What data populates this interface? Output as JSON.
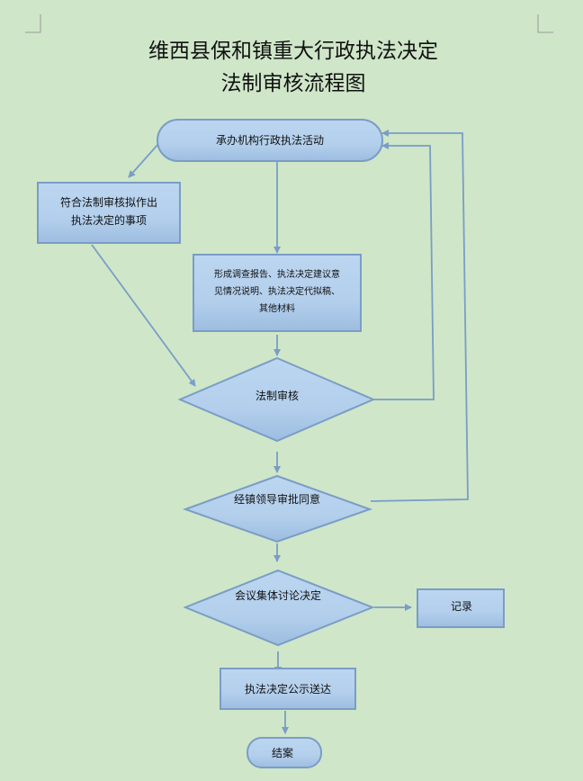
{
  "title": {
    "line1": "维西县保和镇重大行政执法决定",
    "line2": "法制审核流程图"
  },
  "nodes": {
    "start": "承办机构行政执法活动",
    "eligible": {
      "line1": "符合法制审核拟作出",
      "line2": "执法决定的事项"
    },
    "materials": {
      "line1": "形成调查报告、执法决定建议意",
      "line2": "见情况说明、执法决定代拟稿、",
      "line3": "其他材料"
    },
    "legal_review": "法制审核",
    "leader_approval": "经镇领导审批同意",
    "collective_decision": "会议集体讨论决定",
    "record": "记录",
    "publish": "执法决定公示送达",
    "end": "结案"
  },
  "colors": {
    "background": "#cfe6c9",
    "shape_top": "#bcd6f0",
    "shape_bottom": "#9dbde0",
    "stroke": "#7a9dc6"
  }
}
